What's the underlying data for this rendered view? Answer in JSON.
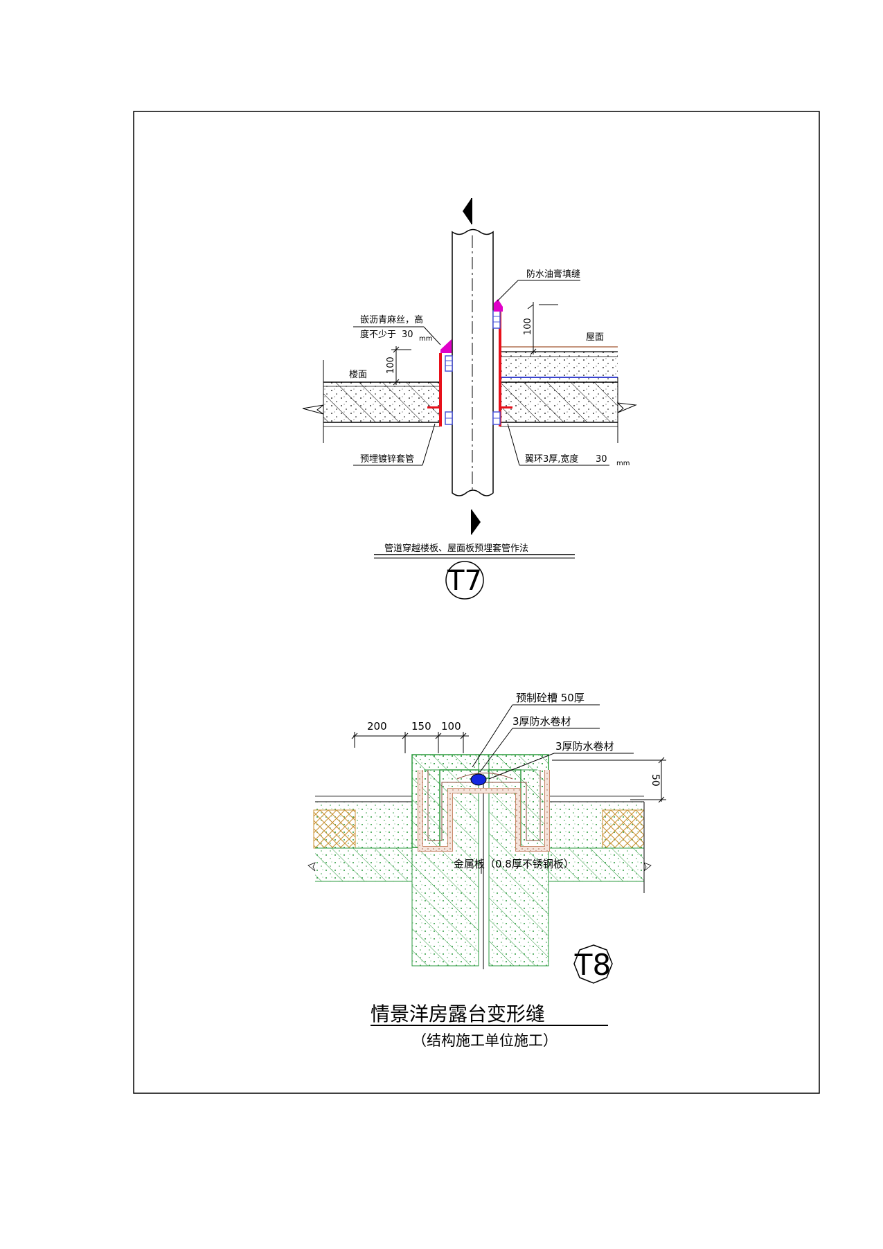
{
  "t7": {
    "label_waterproof_fill": "防水油膏填缝",
    "label_bitumen_line1": "嵌沥青麻丝，高",
    "label_bitumen_line2": "度不少于",
    "label_bitumen_value": "30",
    "label_mm": "mm",
    "label_roof": "屋面",
    "label_floor": "楼面",
    "dim_100": "100",
    "label_sleeve": "预埋镀锌套管",
    "label_ring_prefix": "翼环3厚,宽度",
    "label_ring_value": "30",
    "caption": "管道穿越楼板、屋面板预埋套管作法",
    "tag": "T7"
  },
  "t8": {
    "label_precast": "预制砼槽 50厚",
    "label_membrane_1": "3厚防水卷材",
    "label_membrane_2": "3厚防水卷材",
    "dim_200": "200",
    "dim_150": "150",
    "dim_100": "100",
    "dim_50": "50",
    "label_metal": "金属板（0.8厚不锈钢板）",
    "tag": "T8"
  },
  "title": "情景洋房露台变形缝",
  "subtitle": "（结构施工单位施工）",
  "colors": {
    "frame": "#000000",
    "sleeve": "#e8101a",
    "sealant": "#e000c8",
    "hemp": "#4a54d8",
    "concrete_hatch": "#2a9a3c",
    "insulation": "#d8a848",
    "drain_dot": "#1428e0",
    "membrane": "#c9886a"
  }
}
